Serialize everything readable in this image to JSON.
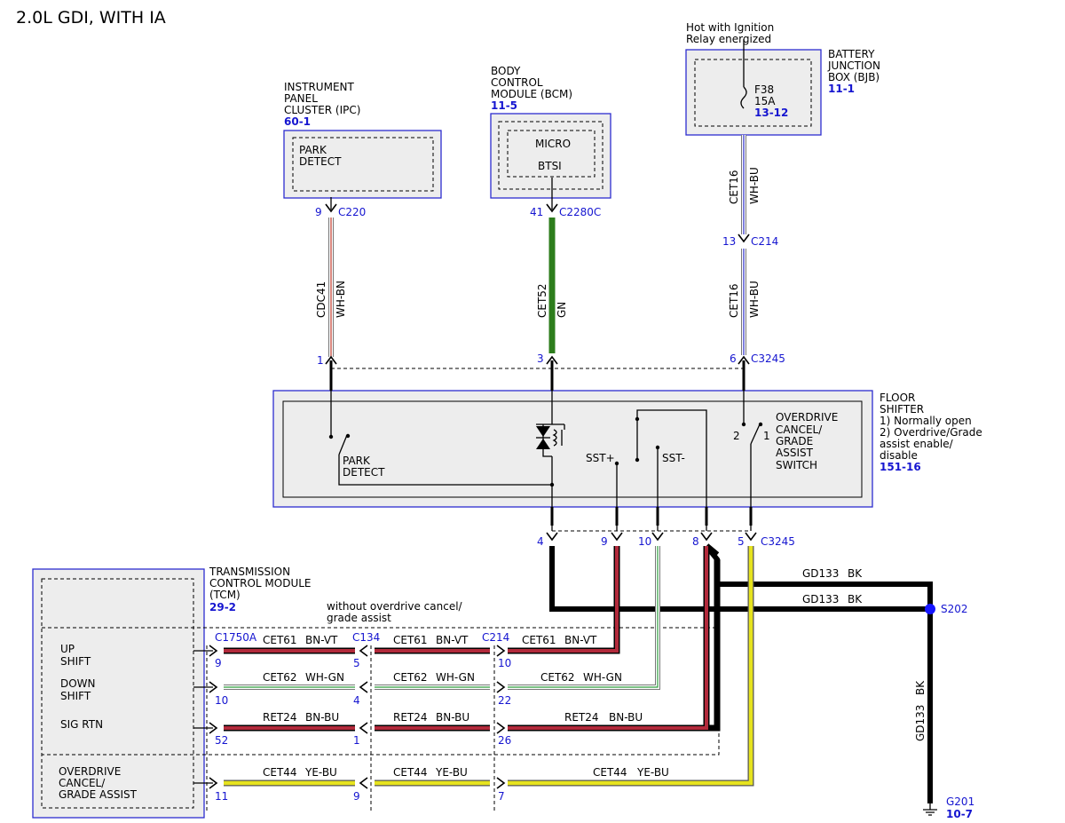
{
  "title": "2.0L GDI, WITH IA",
  "hot_note": [
    "Hot with Ignition",
    "Relay energized"
  ],
  "without_note": [
    "without overdrive cancel/",
    "grade assist"
  ],
  "modules": {
    "ipc": {
      "name": [
        "INSTRUMENT",
        "PANEL",
        "CLUSTER (IPC)"
      ],
      "ref": "60-1",
      "inner": [
        "PARK",
        "DETECT"
      ]
    },
    "bcm": {
      "name": [
        "BODY",
        "CONTROL",
        "MODULE (BCM)"
      ],
      "ref": "11-5",
      "inner1": "MICRO",
      "inner2": "BTSI"
    },
    "bjb": {
      "name": [
        "BATTERY",
        "JUNCTION",
        "BOX (BJB)"
      ],
      "ref": "11-1",
      "fuse": "F38",
      "amps": "15A",
      "fuse_ref": "13-12"
    },
    "shifter": {
      "name": [
        "FLOOR",
        "SHIFTER"
      ],
      "notes": [
        "1) Normally open",
        "2) Overdrive/Grade",
        "assist enable/",
        "disable"
      ],
      "ref": "151-16",
      "park": [
        "PARK",
        "DETECT"
      ],
      "sst_plus": "SST+",
      "sst_minus": "SST-",
      "switch": [
        "OVERDRIVE",
        "CANCEL/",
        "GRADE",
        "ASSIST",
        "SWITCH"
      ],
      "sw_pin2": "2",
      "sw_pin1": "1"
    },
    "tcm": {
      "name": [
        "TRANSMISSION",
        "CONTROL MODULE",
        "(TCM)"
      ],
      "ref": "29-2",
      "inputs": [
        [
          "UP",
          "SHIFT"
        ],
        [
          "DOWN",
          "SHIFT"
        ],
        [
          "SIG RTN"
        ],
        [
          "OVERDRIVE",
          "CANCEL/",
          "GRADE ASSIST"
        ]
      ]
    }
  },
  "connectors": {
    "c220": {
      "name": "C220",
      "pin": "9"
    },
    "c2280c": {
      "name": "C2280C",
      "pin": "41"
    },
    "c214_top": {
      "name": "C214",
      "pin": "13"
    },
    "c3245_top": {
      "name": "C3245",
      "pins": [
        "1",
        "3",
        "6"
      ]
    },
    "c3245_bot": {
      "name": "C3245",
      "pins": [
        "4",
        "9",
        "10",
        "8",
        "5"
      ]
    },
    "c1750a": {
      "name": "C1750A",
      "pins": [
        "9",
        "10",
        "52",
        "11"
      ]
    },
    "c134": {
      "name": "C134",
      "pins": [
        "5",
        "4",
        "1",
        "9"
      ]
    },
    "c214": {
      "name": "C214",
      "pins": [
        "10",
        "22",
        "26",
        "7"
      ]
    }
  },
  "wires": {
    "cdc41": {
      "circuit": "CDC41",
      "color": "WH-BN"
    },
    "cet52": {
      "circuit": "CET52",
      "color": "GN"
    },
    "cet16a": {
      "circuit": "CET16",
      "color": "WH-BU"
    },
    "cet16b": {
      "circuit": "CET16",
      "color": "WH-BU"
    },
    "gd133a": {
      "circuit": "GD133",
      "color": "BK"
    },
    "gd133b": {
      "circuit": "GD133",
      "color": "BK"
    },
    "gd133c": {
      "circuit": "GD133",
      "color": "BK"
    },
    "cet61": {
      "circuit": "CET61",
      "color": "BN-VT"
    },
    "cet62": {
      "circuit": "CET62",
      "color": "WH-GN"
    },
    "ret24": {
      "circuit": "RET24",
      "color": "BN-BU"
    },
    "cet44": {
      "circuit": "CET44",
      "color": "YE-BU"
    }
  },
  "splice": {
    "name": "S202"
  },
  "ground": {
    "name": "G201",
    "ref": "10-7"
  },
  "colors": {
    "module_border": "#2c2ccf",
    "ref_text": "#1515d0",
    "module_fill": "#ededed",
    "red": "#b22a3b",
    "green": "#2d7d1c",
    "blue": "#2b2bc8",
    "yellow": "#d3d11a",
    "wire_gray": "#9e9e9e"
  }
}
